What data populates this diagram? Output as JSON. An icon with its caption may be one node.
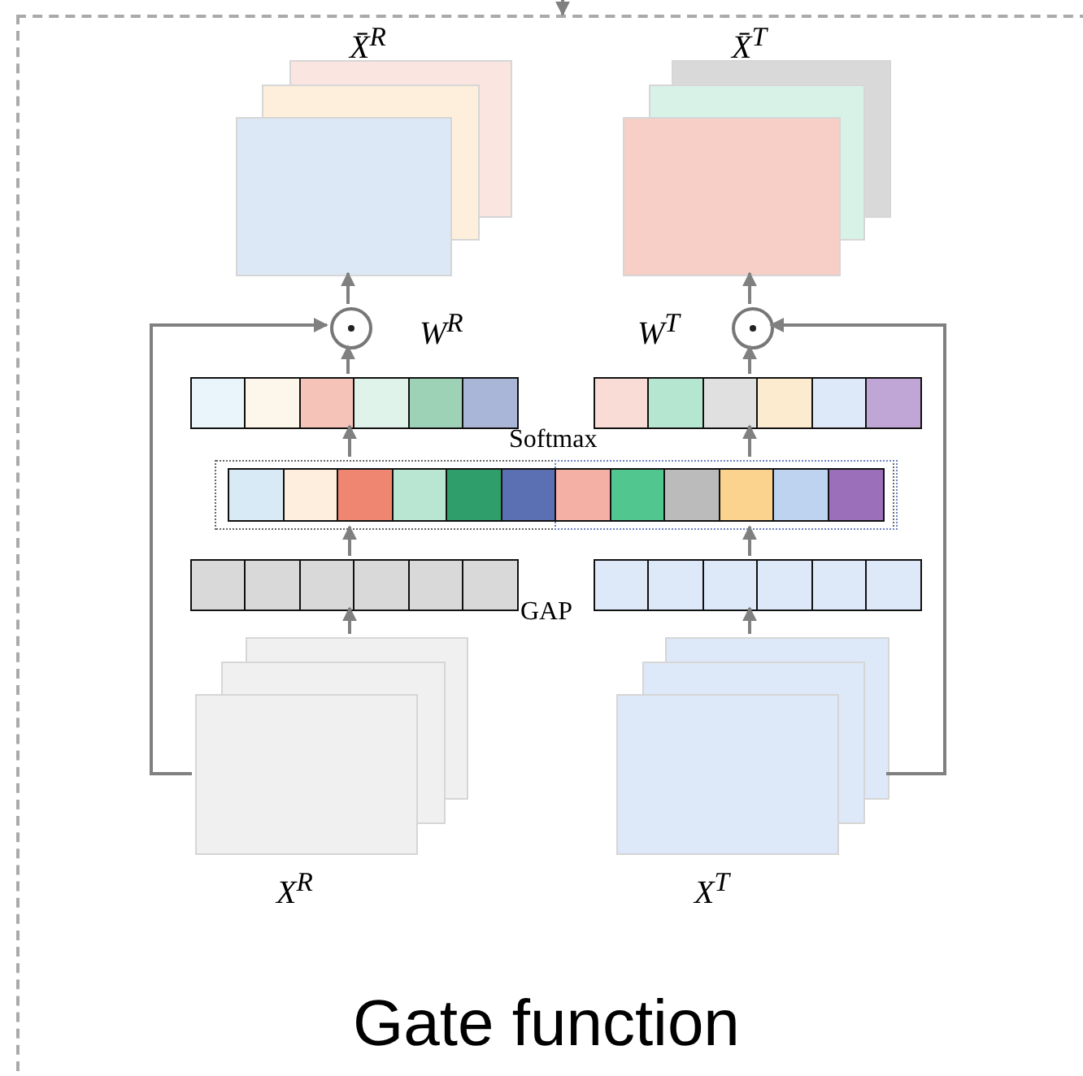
{
  "diagram": {
    "nodes": [
      {
        "text": [
          "Gate function"
        ]
      },
      {
        "text": [
          "X̄$^{R}$"
        ],
        "in": 0
      },
      {
        "text": [
          "X̄$^{T}$"
        ],
        "in": 0
      },
      {
        "text": [],
        "shape": "circle",
        "in": 0
      },
      {
        "text": [],
        "shape": "circle",
        "in": 0
      },
      {
        "text": [],
        "shape": "bar",
        "in": 0,
        "beside": [
          "W$^{R}$"
        ]
      },
      {
        "text": [],
        "shape": "bar",
        "in": 0,
        "beside": [
          "W$^{T}$"
        ]
      },
      {
        "text": [],
        "shape": "bar",
        "in": 0,
        "beside": [
          "Softmax"
        ]
      },
      {
        "text": [],
        "shape": "bar",
        "in": 0
      },
      {
        "text": [],
        "shape": "bar",
        "in": 0
      },
      {
        "text": [
          "X$^{R}$"
        ],
        "in": 0
      },
      {
        "text": [
          "X$^{T}$"
        ],
        "in": 0
      }
    ],
    "edges": [
      {
        "from": 10,
        "to": 8,
        "arrow": "to"
      },
      {
        "from": 11,
        "to": 9,
        "arrow": "to"
      },
      {
        "from": 8,
        "to": 7,
        "arrow": "to"
      },
      {
        "from": 9,
        "to": 7,
        "arrow": "to"
      },
      {
        "from": 7,
        "to": 5,
        "arrow": "to"
      },
      {
        "from": 7,
        "to": 6,
        "arrow": "to"
      },
      {
        "from": 5,
        "to": 3,
        "arrow": "to"
      },
      {
        "from": 6,
        "to": 4,
        "arrow": "to"
      },
      {
        "from": 3,
        "to": 1,
        "arrow": "to"
      },
      {
        "from": 4,
        "to": 2,
        "arrow": "to"
      },
      {
        "from": 10,
        "to": 3,
        "arrow": "to"
      },
      {
        "from": 11,
        "to": 4,
        "arrow": "to"
      },
      {
        "from": null,
        "to": 0,
        "arrow": "to"
      }
    ],
    "labels": [
      "GAP"
    ]
  }
}
